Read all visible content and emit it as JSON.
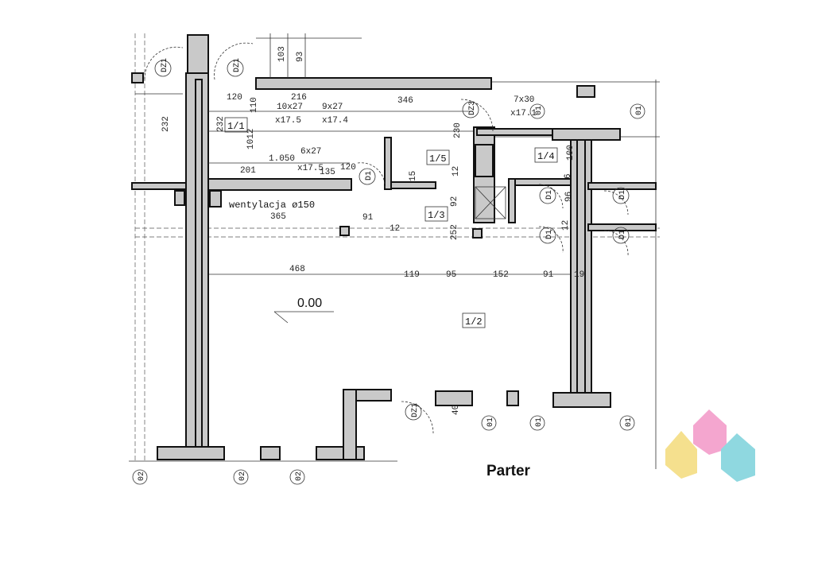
{
  "caption": "Parter",
  "level": "0.00",
  "ventilation": "wentylacja ø150",
  "rooms": [
    "1/1",
    "1/2",
    "1/3",
    "1/4",
    "1/5"
  ],
  "doors": [
    "DZ1",
    "DZ1",
    "DZ3",
    "D1",
    "D1",
    "D1",
    "D1",
    "D1",
    "DZ1"
  ],
  "dimensions": {
    "top_103": "103",
    "top_93": "93",
    "d120": "120",
    "d216": "216",
    "d110": "110",
    "d346": "346",
    "stairs_a": "10x27",
    "stairs_a2": "x17.5",
    "stairs_b": "9x27",
    "stairs_b2": "x17.4",
    "stairs_c": "7x30",
    "stairs_c2": "x17.1",
    "d232_left": "232",
    "d232_right": "232",
    "d1012": "1012",
    "d1050": "1.050",
    "stairs_d": "6x27",
    "stairs_d2": "x17.5",
    "d201": "201",
    "d135": "135",
    "d120b": "120",
    "d230": "230",
    "d12": "12",
    "d15": "15",
    "d100": "100",
    "d6": "6",
    "d96": "96",
    "d365": "365",
    "d91a": "91",
    "d12b": "12",
    "d92": "92",
    "d252": "252",
    "d12c": "12",
    "d468": "468",
    "d119": "119",
    "d95": "95",
    "d152": "152",
    "d91b": "91",
    "d19": "19",
    "d40": "40"
  },
  "axis_tags": [
    "01",
    "01",
    "01",
    "01",
    "01",
    "02",
    "02",
    "02"
  ],
  "colors": {
    "logo_pink": "#f4a6cf",
    "logo_yellow": "#f5e08e",
    "logo_cyan": "#8fd8e0"
  }
}
